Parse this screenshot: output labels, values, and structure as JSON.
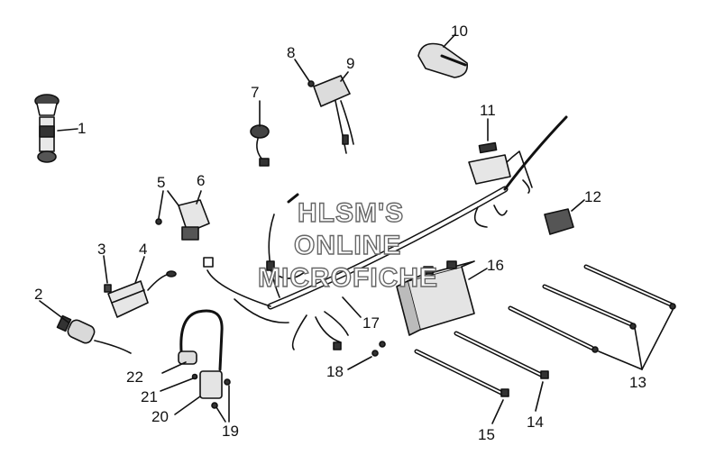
{
  "diagram": {
    "callouts": [
      "1",
      "2",
      "3",
      "4",
      "5",
      "6",
      "7",
      "8",
      "9",
      "10",
      "11",
      "12",
      "13",
      "14",
      "15",
      "16",
      "17",
      "18",
      "19",
      "20",
      "21",
      "22"
    ]
  },
  "watermark": {
    "line1": "HLSM'S",
    "line2": "ONLINE",
    "line3": "MICROFICHE"
  }
}
